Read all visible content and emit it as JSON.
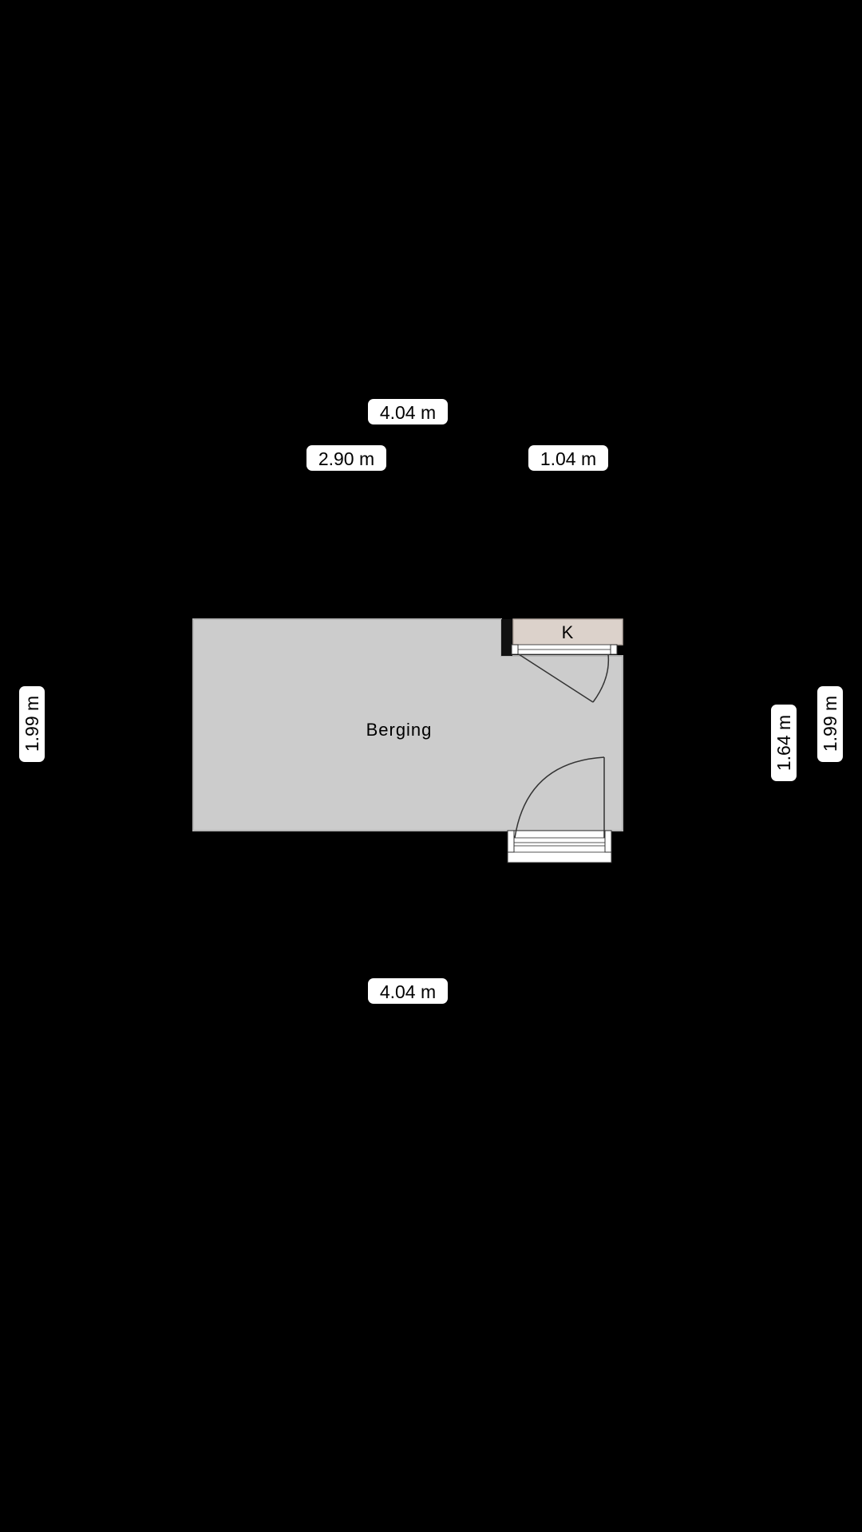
{
  "floorplan": {
    "rooms": [
      {
        "name": "Berging"
      },
      {
        "name": "K"
      }
    ],
    "dimensions": {
      "top_total": "4.04 m",
      "top_left": "2.90 m",
      "top_right": "1.04 m",
      "bottom_total": "4.04 m",
      "left_height": "1.99 m",
      "right_inner_height": "1.64 m",
      "right_outer_height": "1.99 m"
    },
    "colors": {
      "background": "#000000",
      "room_fill": "#cccccc",
      "closet_fill": "#dcd2cb",
      "label_bg": "#ffffff"
    }
  }
}
